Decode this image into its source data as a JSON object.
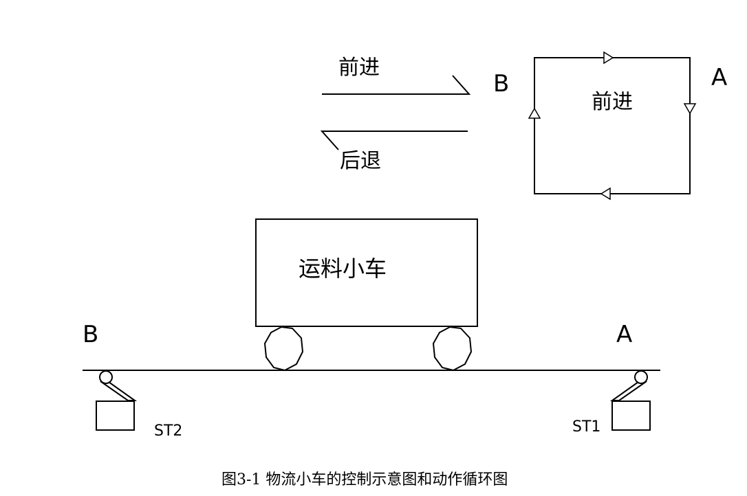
{
  "direction_legend": {
    "forward": "前进",
    "backward": "后退"
  },
  "cycle_diagram": {
    "label_b": "B",
    "label_a": "A",
    "center_label": "前进"
  },
  "cart": {
    "label": "运料小车"
  },
  "track": {
    "end_b": "B",
    "end_a": "A"
  },
  "switches": {
    "left": "ST2",
    "right": "ST1"
  },
  "caption": "图3-1 物流小车的控制示意图和动作循环图",
  "colors": {
    "stroke": "#000000",
    "background": "#ffffff"
  }
}
